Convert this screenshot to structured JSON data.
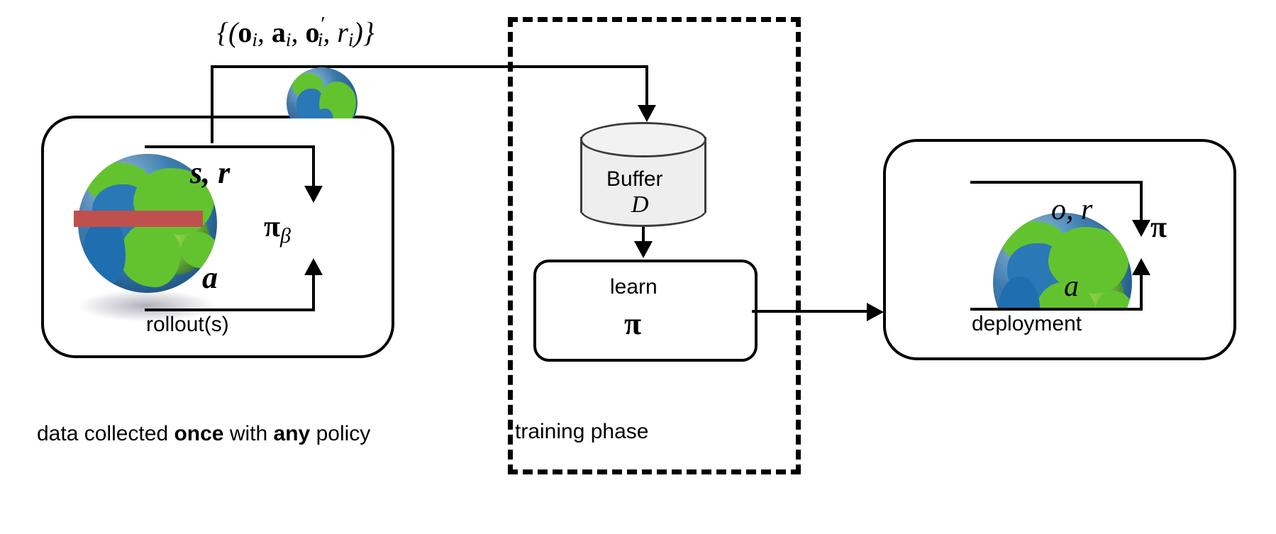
{
  "diagram": {
    "title": "Offline reinforcement learning pipeline",
    "top_formula": {
      "open": "{(",
      "terms": [
        "o",
        "a",
        "o",
        "r"
      ],
      "index": "i",
      "prime": "′",
      "close": ")}",
      "full_text": "{(o_i, a_i, o'_i, r_i)}"
    },
    "left_panel": {
      "name": "rollout-panel",
      "caption_inside": "rollout(s)",
      "obs_reward_label": "s, r",
      "action_label": "a",
      "policy_label": "π",
      "policy_subscript": "β",
      "globe_strikethrough": true,
      "strike_color": "#c0504d",
      "caption_below": {
        "parts": [
          {
            "text": "data collected ",
            "bold": false
          },
          {
            "text": "once",
            "bold": true
          },
          {
            "text": " with ",
            "bold": false
          },
          {
            "text": "any",
            "bold": true
          },
          {
            "text": " policy",
            "bold": false
          }
        ],
        "full_text": "data collected once with any policy"
      }
    },
    "middle_panel": {
      "name": "training-phase",
      "caption_below": "training phase",
      "border_style": "dashed",
      "buffer": {
        "label": "Buffer",
        "symbol": "D",
        "fill": "#eeeeee",
        "stroke": "#3c3c3c"
      },
      "learn_box": {
        "label": "learn",
        "symbol": "π"
      }
    },
    "right_panel": {
      "name": "deployment-panel",
      "caption_inside": "deployment",
      "obs_reward_label": "o, r",
      "action_label": "a",
      "policy_label": "π"
    },
    "arrows": [
      {
        "name": "rollout-to-buffer",
        "from": "rollout-panel",
        "to": "buffer",
        "label": "{(o_i, a_i, o'_i, r_i)}"
      },
      {
        "name": "buffer-to-learn",
        "from": "buffer",
        "to": "learn-box",
        "label": ""
      },
      {
        "name": "learn-to-deployment",
        "from": "learn-box",
        "to": "deployment-panel",
        "label": ""
      }
    ]
  }
}
